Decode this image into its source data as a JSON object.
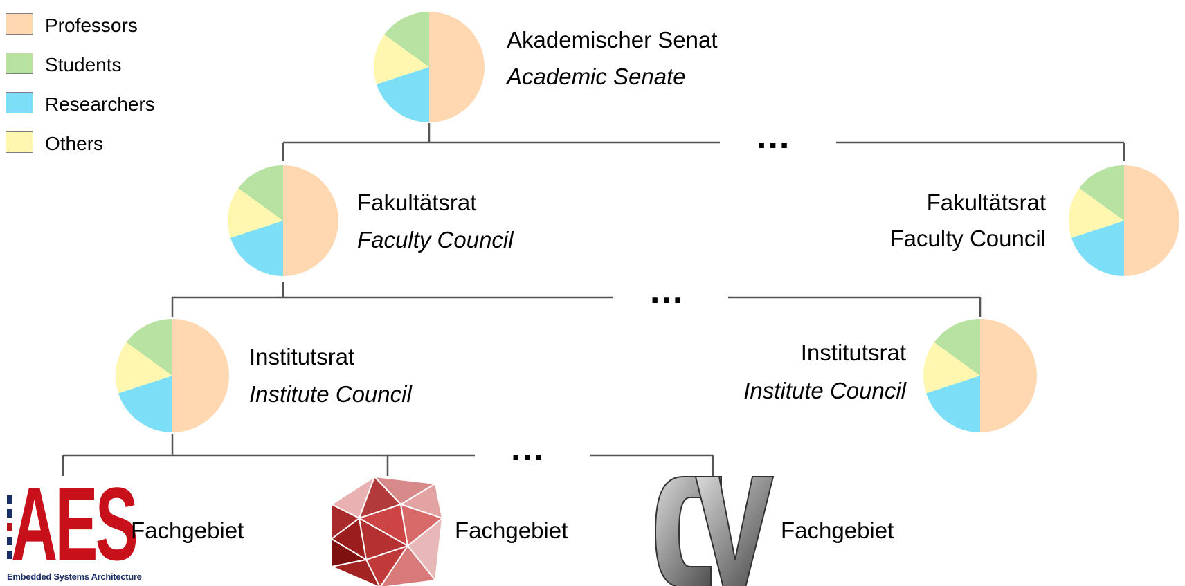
{
  "legend": [
    {
      "label": "Professors",
      "color": "#FFD7B0"
    },
    {
      "label": "Students",
      "color": "#B7E2A1"
    },
    {
      "label": "Researchers",
      "color": "#7DDFF7"
    },
    {
      "label": "Others",
      "color": "#FFF7B0"
    }
  ],
  "nodes": {
    "senate": {
      "de": "Akademischer Senat",
      "en": "Academic Senate"
    },
    "faculty_left": {
      "de": "Fakultätsrat",
      "en": "Faculty Council"
    },
    "faculty_right": {
      "de": "Fakultätsrat",
      "en": "Faculty Council"
    },
    "institute_left": {
      "de": "Institutsrat",
      "en": "Institute Council"
    },
    "institute_right": {
      "de": "Institutsrat",
      "en": "Institute Council"
    }
  },
  "ellipsis": "...",
  "departments": [
    {
      "label": "Fachgebiet",
      "logo": "aes-logo",
      "logo_text": "AES",
      "logo_subtitle": "Embedded Systems Architecture"
    },
    {
      "label": "Fachgebiet",
      "logo": "red-polygon-logo"
    },
    {
      "label": "Fachgebiet",
      "logo": "cv-logo",
      "logo_text": "CV"
    }
  ],
  "pie_shares": {
    "Professors": 0.5,
    "Researchers": 0.2,
    "Others": 0.15,
    "Students": 0.15
  }
}
